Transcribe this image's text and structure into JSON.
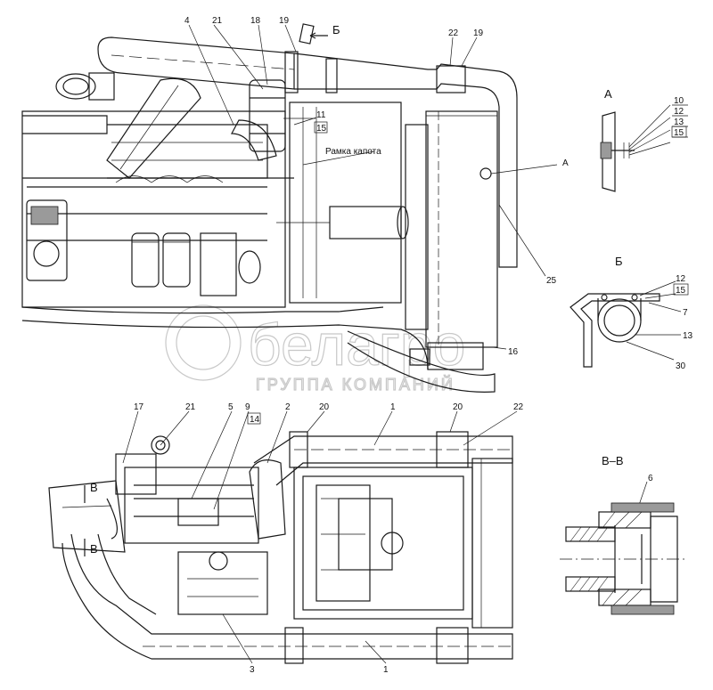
{
  "top_view": {
    "callouts": [
      "4",
      "21",
      "18",
      "19",
      "22",
      "19",
      "11",
      "15",
      "25",
      "16"
    ],
    "arrow_letter": "Б",
    "point_letter": "А",
    "hood_frame_label": "Рамка капота"
  },
  "detail_a": {
    "title": "А",
    "callouts": [
      "10",
      "12",
      "13",
      "15"
    ]
  },
  "detail_b": {
    "title": "Б",
    "callouts": [
      "12",
      "15",
      "7",
      "13",
      "30"
    ]
  },
  "bottom_view": {
    "callouts": [
      "17",
      "21",
      "5",
      "9",
      "14",
      "2",
      "20",
      "1",
      "20",
      "22",
      "3",
      "1"
    ],
    "section_letter": "В"
  },
  "section_vv": {
    "title": "В–В",
    "callouts": [
      "6"
    ]
  },
  "watermark": {
    "brand": "белагро",
    "subtitle": "ГРУППА КОМПАНИЙ"
  },
  "colors": {
    "line": "#1a1a1a",
    "watermark": "#c8c8c8",
    "fill": "#9a9a9a"
  }
}
